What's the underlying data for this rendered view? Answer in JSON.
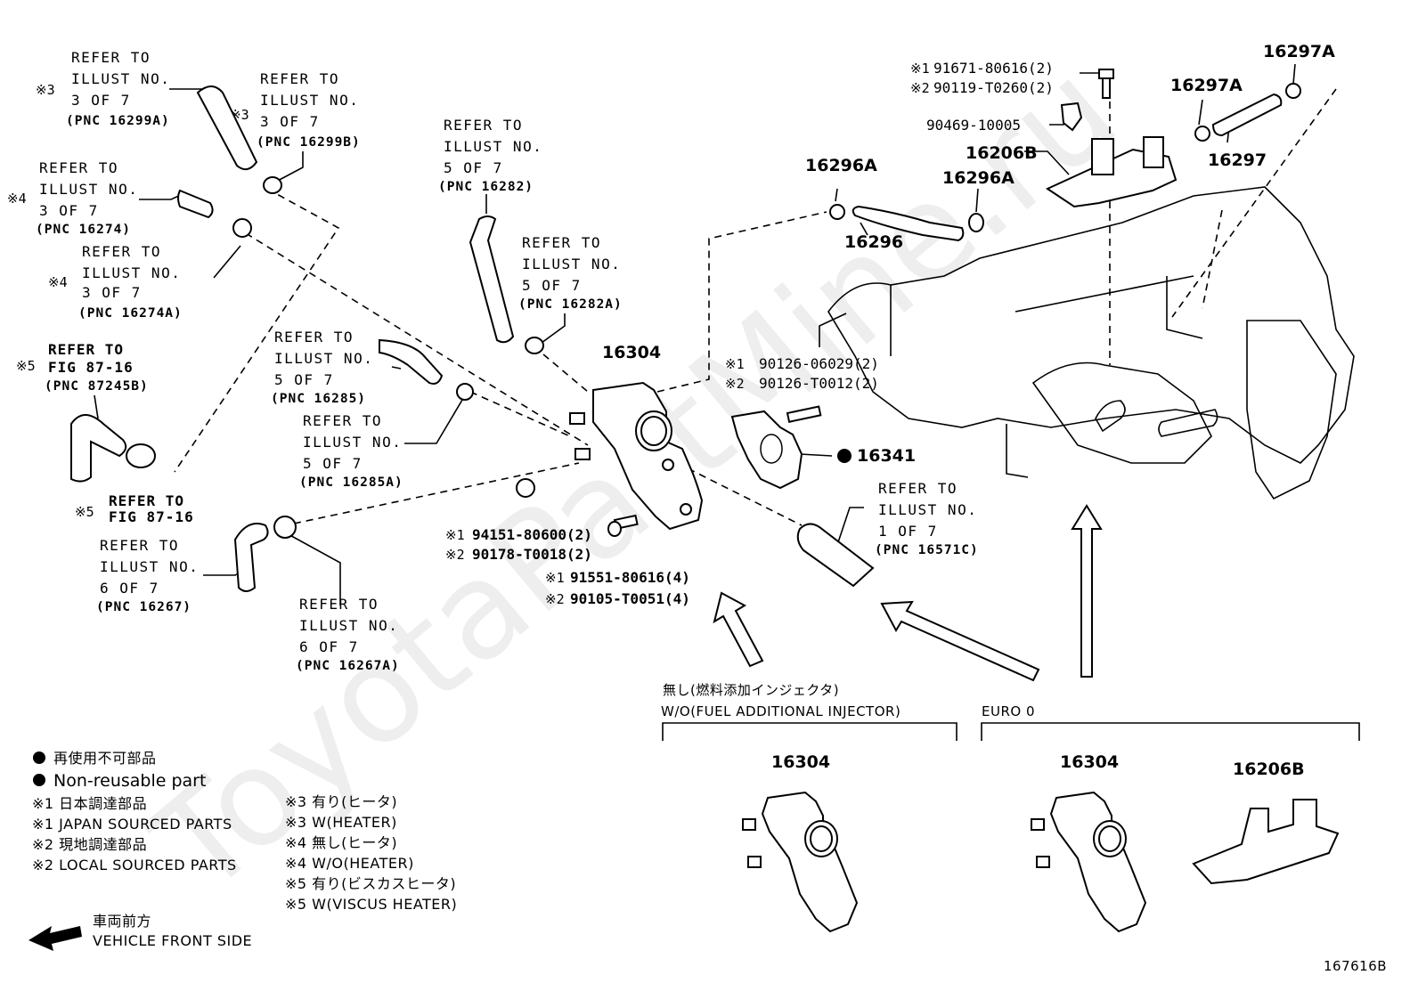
{
  "diagram_id": "167616B",
  "watermark": "ToyotaPartMine.ru",
  "callouts": {
    "c1": {
      "mark": "※3",
      "lines": [
        "REFER TO",
        "ILLUST NO.",
        "3 OF 7"
      ],
      "pnc": "(PNC 16299A)"
    },
    "c2": {
      "mark": "※3",
      "lines": [
        "REFER TO",
        "ILLUST NO.",
        "3 OF 7"
      ],
      "pnc": "(PNC 16299B)"
    },
    "c3": {
      "mark": "※4",
      "lines": [
        "REFER TO",
        "ILLUST NO.",
        "3 OF 7"
      ],
      "pnc": "(PNC 16274)"
    },
    "c4": {
      "mark": "※4",
      "lines": [
        "REFER TO",
        "ILLUST NO.",
        "3 OF 7"
      ],
      "pnc": "(PNC 16274A)"
    },
    "c5": {
      "mark": "※5",
      "lines": [
        "REFER TO",
        "FIG 87-16"
      ],
      "pnc": "(PNC 87245B)"
    },
    "c6": {
      "mark": "※5",
      "lines": [
        "REFER TO",
        "FIG 87-16"
      ]
    },
    "c7": {
      "lines": [
        "REFER TO",
        "ILLUST NO.",
        "5 OF 7"
      ],
      "pnc": "(PNC 16282)"
    },
    "c8": {
      "lines": [
        "REFER TO",
        "ILLUST NO.",
        "5 OF 7"
      ],
      "pnc": "(PNC 16282A)"
    },
    "c9": {
      "lines": [
        "REFER TO",
        "ILLUST NO.",
        "5 OF 7"
      ],
      "pnc": "(PNC 16285)"
    },
    "c10": {
      "lines": [
        "REFER TO",
        "ILLUST NO.",
        "5 OF 7"
      ],
      "pnc": "(PNC 16285A)"
    },
    "c11": {
      "lines": [
        "REFER TO",
        "ILLUST NO.",
        "6 OF 7"
      ],
      "pnc": "(PNC 16267)"
    },
    "c12": {
      "lines": [
        "REFER TO",
        "ILLUST NO.",
        "6 OF 7"
      ],
      "pnc": "(PNC 16267A)"
    },
    "c13": {
      "lines": [
        "REFER TO",
        "ILLUST NO.",
        "1 OF 7"
      ],
      "pnc": "(PNC 16571C)"
    }
  },
  "part_labels": {
    "p16304": "16304",
    "p16341": "16341",
    "p16296": "16296",
    "p16296A_1": "16296A",
    "p16296A_2": "16296A",
    "p16206B": "16206B",
    "p16297": "16297",
    "p16297A_1": "16297A",
    "p16297A_2": "16297A",
    "p90469": "90469-10005"
  },
  "part_numbers": {
    "bolt_top_1": {
      "mark": "※1",
      "text": "91671-80616(2)"
    },
    "bolt_top_2": {
      "mark": "※2",
      "text": "90119-T0260(2)"
    },
    "stud_1": {
      "mark": "※1",
      "text": "90126-06029(2)"
    },
    "stud_2": {
      "mark": "※2",
      "text": "90126-T0012(2)"
    },
    "nut_1": {
      "mark": "※1",
      "text": "94151-80600(2)"
    },
    "nut_2": {
      "mark": "※2",
      "text": "90178-T0018(2)"
    },
    "bolt_1": {
      "mark": "※1",
      "text": "91551-80616(4)"
    },
    "bolt_2": {
      "mark": "※2",
      "text": "90105-T0051(4)"
    }
  },
  "variants": {
    "left_title_jp": "無し(燃料添加インジェクタ)",
    "left_title_en": "W/O(FUEL ADDITIONAL INJECTOR)",
    "left_part": "16304",
    "right_title": "EURO 0",
    "right_part_1": "16304",
    "right_part_2": "16206B"
  },
  "legend": {
    "bullet_jp": "再使用不可部品",
    "bullet_en": "Non-reusable part",
    "items_left": [
      "※1 日本調達部品",
      "※1 JAPAN SOURCED PARTS",
      "※2 現地調達部品",
      "※2 LOCAL SOURCED PARTS"
    ],
    "items_right": [
      "※3 有り(ヒータ)",
      "※3 W(HEATER)",
      "※4 無し(ヒータ)",
      "※4 W/O(HEATER)",
      "※5 有り(ビスカスヒータ)",
      "※5 W(VISCUS HEATER)"
    ],
    "front_jp": "車両前方",
    "front_en": "VEHICLE FRONT SIDE"
  }
}
